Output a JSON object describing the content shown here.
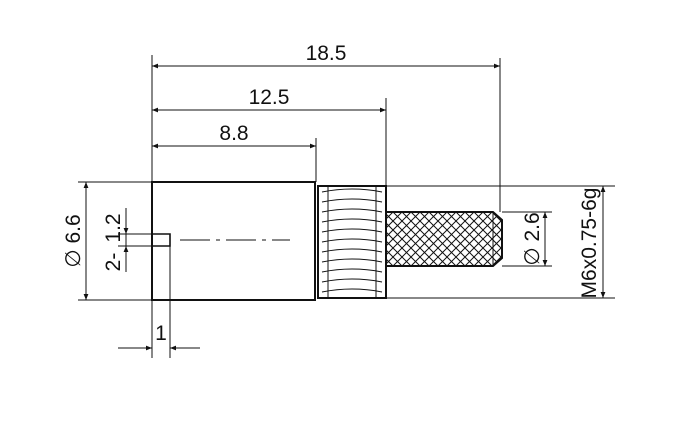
{
  "drawing": {
    "dimensions": {
      "overall_length": "18.5",
      "to_crimp_start": "12.5",
      "body_length": "8.8",
      "body_diameter": "∅ 6.6",
      "slot_width": "1.2",
      "slot_depth_prefix": "2-",
      "crimp_diameter": "∅ 2.6",
      "thread": "M6x0.75-6g",
      "slot_offset": "1"
    },
    "colors": {
      "line": "#111111",
      "background": "#ffffff"
    }
  }
}
